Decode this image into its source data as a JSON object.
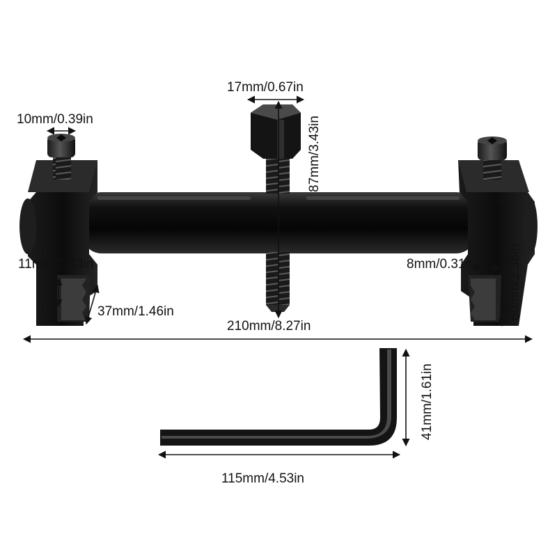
{
  "colors": {
    "background": "#ffffff",
    "metal_dark": "#0d0d0d",
    "metal_mid": "#2a2a2a",
    "metal_highlight": "#5a5a5a",
    "dimension_line": "#111111"
  },
  "dimensions": {
    "center_screw_width": "17mm/0.67in",
    "center_screw_length": "87mm/3.43in",
    "small_screw_width": "10mm/0.39in",
    "jaw_tip_left": "11mm/0.43in",
    "jaw_height": "37mm/1.46in",
    "overall_length": "210mm/8.27in",
    "jaw_tip_right": "8mm/0.31in",
    "block_height": "60mm/2.36in",
    "wrench_height": "41mm/1.61in",
    "wrench_length": "115mm/4.53in"
  },
  "icons": {
    "puller": "gear-puller-illustration",
    "wrench": "hex-key-illustration"
  }
}
